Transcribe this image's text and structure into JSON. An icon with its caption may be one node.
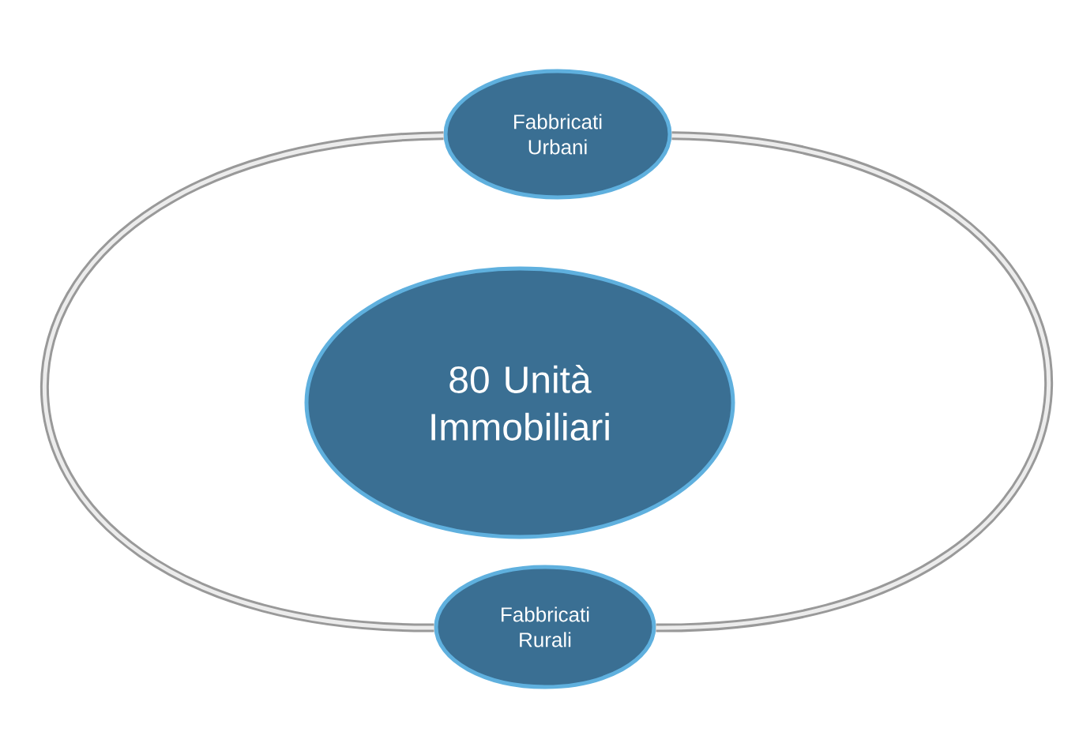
{
  "diagram": {
    "nodes": [
      {
        "text": [
          "Fabbricati Urbani"
        ]
      },
      {
        "text": [
          "80 Unità Immobiliari"
        ]
      },
      {
        "text": [
          "Fabbricati Rurali"
        ]
      }
    ],
    "edges": [
      {
        "from": 0,
        "to": 2,
        "arrow": "none"
      },
      {
        "from": 0,
        "to": 2,
        "arrow": "none"
      }
    ]
  }
}
